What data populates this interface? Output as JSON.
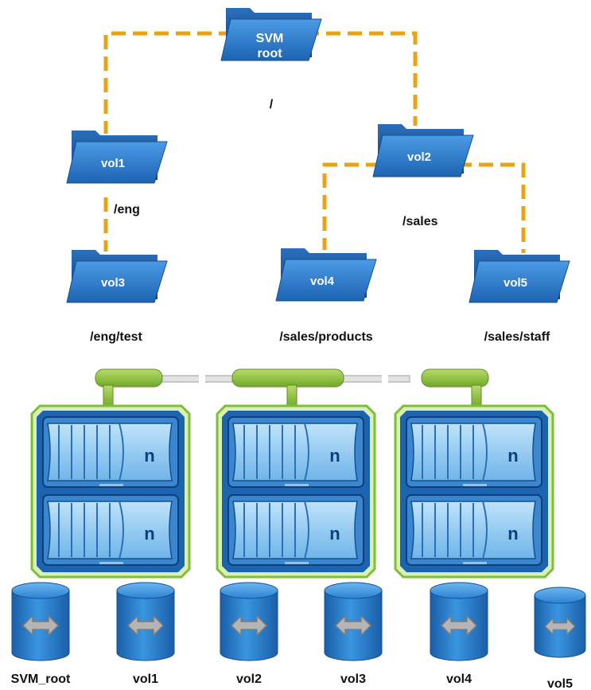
{
  "colors": {
    "connector": "#E8A317",
    "folder_front": "#2E7FD0",
    "folder_back": "#1F5FA8",
    "chassis_border": "#7DBE3A",
    "chassis_fill": "#1C63B0",
    "disk_body": "#2D82D2",
    "disk_arrow": "#A9A9A9"
  },
  "folders": {
    "root": {
      "line1": "SVM",
      "line2": "root",
      "path": "/"
    },
    "vol1": {
      "label": "vol1",
      "path": "/eng"
    },
    "vol2": {
      "label": "vol2",
      "path": "/sales"
    },
    "vol3": {
      "label": "vol3",
      "path": "/eng/test"
    },
    "vol4": {
      "label": "vol4",
      "path": "/sales/products"
    },
    "vol5": {
      "label": "vol5",
      "path": "/sales/staff"
    }
  },
  "nodes": [
    {
      "logo": "n"
    },
    {
      "logo": "n"
    },
    {
      "logo": "n"
    }
  ],
  "disks": [
    {
      "label": "SVM_root"
    },
    {
      "label": "vol1"
    },
    {
      "label": "vol2"
    },
    {
      "label": "vol3"
    },
    {
      "label": "vol4"
    },
    {
      "label": "vol5"
    }
  ]
}
